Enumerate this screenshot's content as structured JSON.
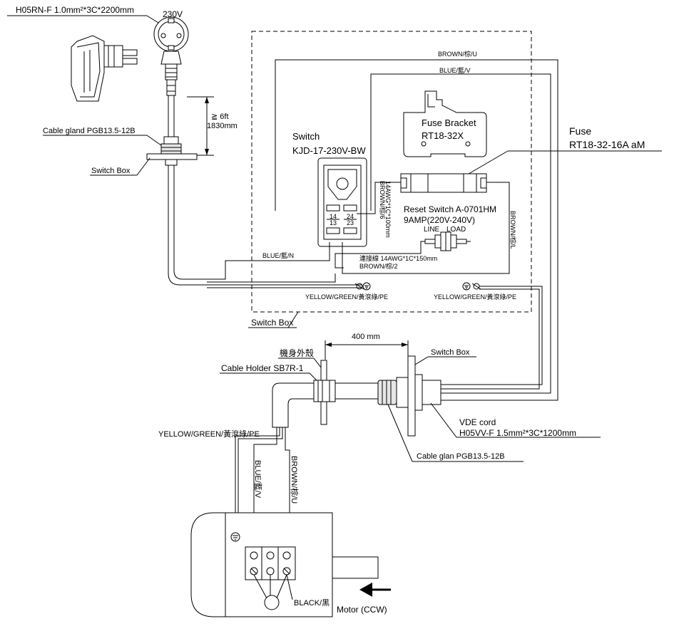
{
  "labels": {
    "power_cord": "H05RN-F 1.0mm²*3C*2200mm",
    "voltage": "230V",
    "length_min": "≧ 6ft",
    "length_mm": "1830mm",
    "cable_gland_top": "Cable gland PGB13.5-12B",
    "switch_box_top": "Switch Box",
    "switch_title": "Switch",
    "switch_model": "KJD-17-230V-BW",
    "fuse_bracket": "Fuse Bracket",
    "fuse_bracket_model": "RT18-32X",
    "fuse": "Fuse",
    "fuse_model": "RT18-32-16A aM",
    "reset_switch": "Reset Switch A-0701HM",
    "reset_rating": "9AMP(220V-240V)",
    "line": "LINE",
    "load": "LOAD",
    "brown_u": "BROWN/棕/U",
    "blue_v": "BLUE/藍/V",
    "blue_n": "BLUE/藍/N",
    "brown_6": "BROWN/棕/6",
    "wire_14awg_100": "14AWG*1C*100mm",
    "brown_l": "BROWN/棕/L",
    "jumper": "連接線 14AWG*1C*150mm",
    "brown_2": "BROWN/棕/2",
    "yg_pe_left": "YELLOW/GREEN/黃滾綠/PE",
    "yg_pe_right": "YELLOW/GREEN/黃滾綠/PE",
    "switch_box_bottom": "Switch Box",
    "dim_400": "400 mm",
    "housing": "機身外殼",
    "cable_holder": "Cable Holder SB7R-1",
    "switch_box_right": "Switch Box",
    "yg_pe_motor": "YELLOW/GREEN/黃滾綠/PE",
    "vde_cord": "VDE cord",
    "vde_spec": "H05VV-F 1.5mm²*3C*1200mm",
    "cable_glan_bottom": "Cable glan PGB13.5-12B",
    "blue_v_motor": "BLUE/藍/V",
    "brown_u_motor": "BROWN/棕/U",
    "black": "BLACK/黑",
    "motor": "Motor (CCW)",
    "terminal_14": "14",
    "terminal_13": "13",
    "terminal_24": "24",
    "terminal_23": "23"
  },
  "icons": {
    "ground": "ground-symbol-icon",
    "arrow": "rotation-arrow-icon"
  }
}
